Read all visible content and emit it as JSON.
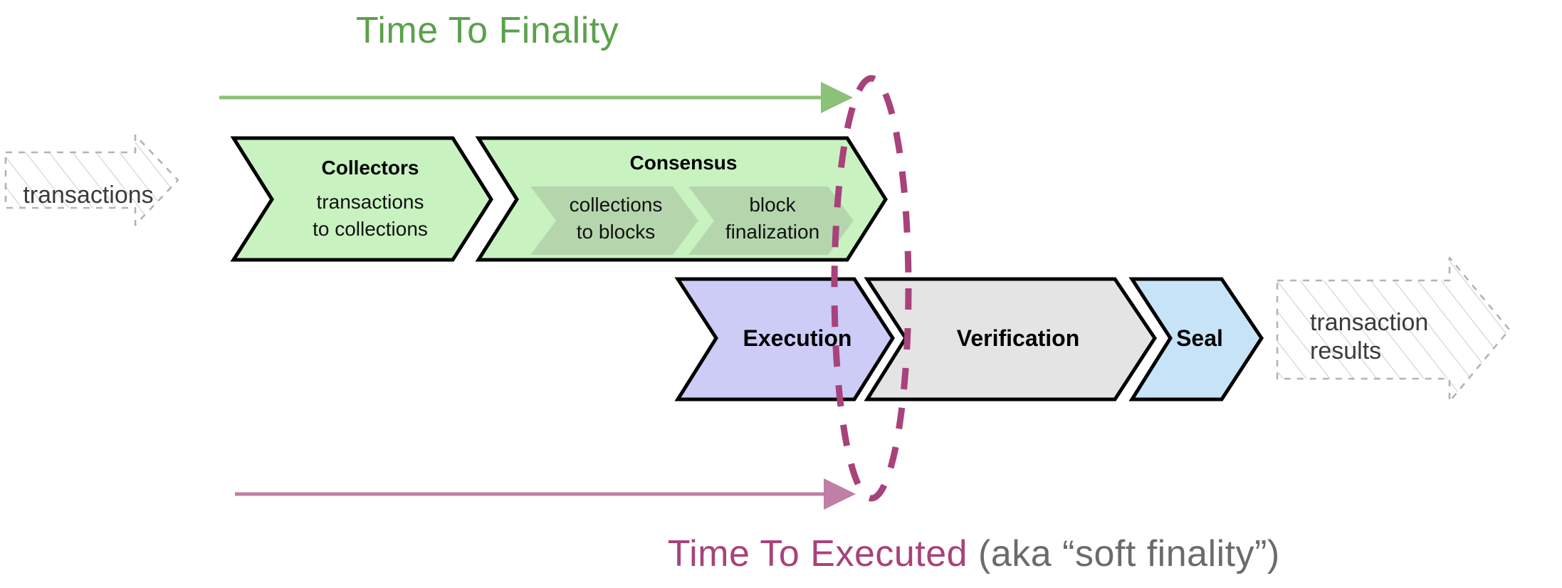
{
  "diagram": {
    "title_top": {
      "text": "Time To Finality",
      "color": "#5ba14b"
    },
    "caption_bottom": {
      "primary": "Time To Executed",
      "primary_color": "#a8427a",
      "secondary": " (aka “soft finality”)",
      "secondary_color": "#6b6b6b"
    },
    "input_arrow": {
      "label": "transactions"
    },
    "output_arrow": {
      "line1": "transaction",
      "line2": "results"
    },
    "pipeline_row1": [
      {
        "id": "collectors",
        "heading": "Collectors",
        "sub_line1": "transactions",
        "sub_line2": "to collections",
        "fill": "#c9f2c1",
        "stroke": "#000000"
      },
      {
        "id": "consensus",
        "heading": "Consensus",
        "fill": "#c9f2c1",
        "stroke": "#000000",
        "inner": [
          {
            "id": "collections-to-blocks",
            "line1": "collections",
            "line2": "to blocks",
            "fill": "#b5d6ad"
          },
          {
            "id": "block-finalization",
            "line1": "block",
            "line2": "finalization",
            "fill": "#b5d6ad"
          }
        ]
      }
    ],
    "pipeline_row2": [
      {
        "id": "execution",
        "label": "Execution",
        "fill": "#ccccf6",
        "stroke": "#000000"
      },
      {
        "id": "verification",
        "label": "Verification",
        "fill": "#e4e4e4",
        "stroke": "#000000"
      },
      {
        "id": "seal",
        "label": "Seal",
        "fill": "#c7e3f8",
        "stroke": "#000000"
      }
    ],
    "markers": {
      "finality_arrow_color": "#8cc178",
      "executed_arrow_color": "#c07fa4",
      "ellipse_color": "#a8427a",
      "ghost_stroke": "#b3b3b3"
    }
  }
}
